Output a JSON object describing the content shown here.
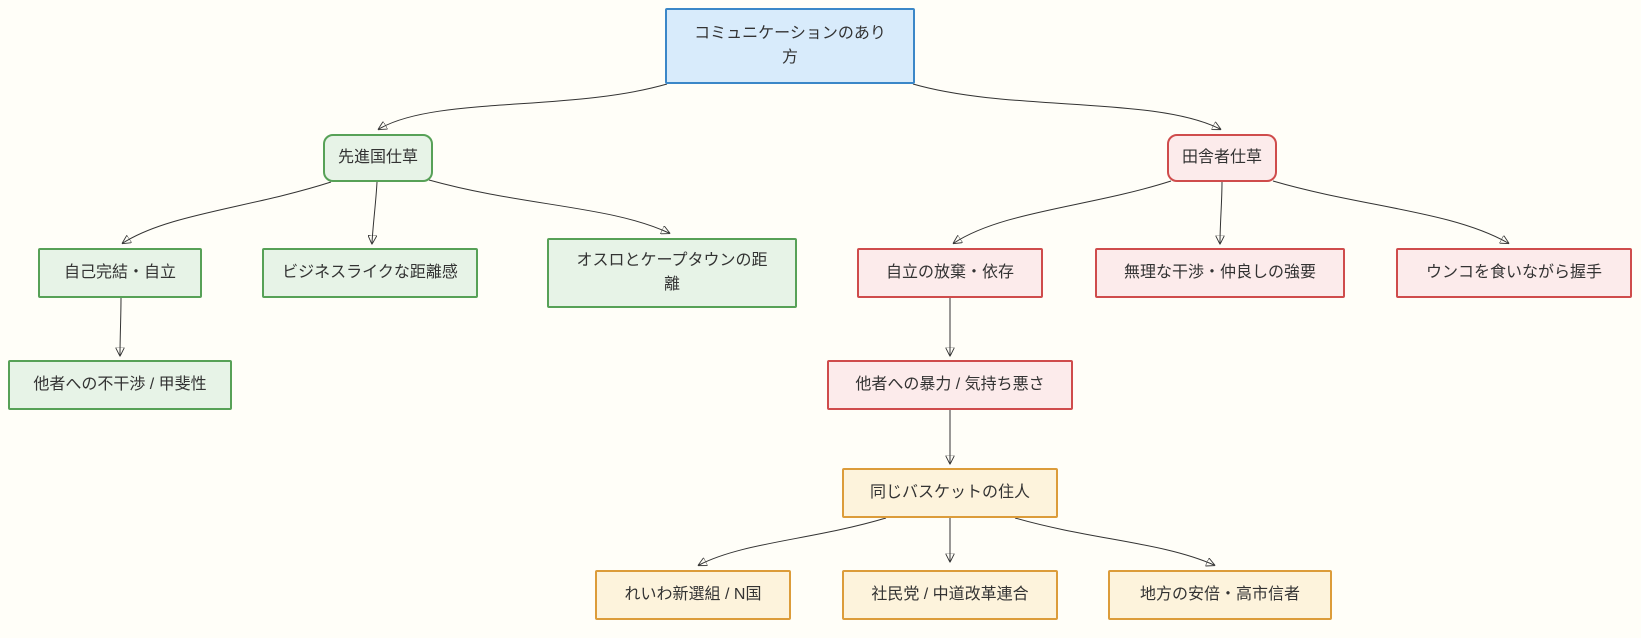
{
  "diagram": {
    "nodes": {
      "root": {
        "label": "コミュニケーションのあり方",
        "type": "blue"
      },
      "advanced": {
        "label": "先進国仕草",
        "type": "green"
      },
      "self_contained": {
        "label": "自己完結・自立",
        "type": "green"
      },
      "business_distance": {
        "label": "ビジネスライクな距離感",
        "type": "green"
      },
      "oslo_capetown": {
        "label": "オスロとケープタウンの距離",
        "type": "green"
      },
      "non_interference": {
        "label": "他者への不干渉 / 甲斐性",
        "type": "green"
      },
      "rural": {
        "label": "田舎者仕草",
        "type": "red"
      },
      "dependence": {
        "label": "自立の放棄・依存",
        "type": "red"
      },
      "forced_interference": {
        "label": "無理な干渉・仲良しの強要",
        "type": "red"
      },
      "poop_handshake": {
        "label": "ウンコを食いながら握手",
        "type": "red"
      },
      "violence": {
        "label": "他者への暴力 / 気持ち悪さ",
        "type": "red"
      },
      "same_basket": {
        "label": "同じバスケットの住人",
        "type": "orange"
      },
      "reiwa_n": {
        "label": "れいわ新選組 / N国",
        "type": "orange"
      },
      "shaminto": {
        "label": "社民党 / 中道改革連合",
        "type": "orange"
      },
      "local_abe": {
        "label": "地方の安倍・高市信者",
        "type": "orange"
      }
    },
    "edges": [
      {
        "from": "root",
        "to": "advanced"
      },
      {
        "from": "root",
        "to": "rural"
      },
      {
        "from": "advanced",
        "to": "self_contained"
      },
      {
        "from": "advanced",
        "to": "business_distance"
      },
      {
        "from": "advanced",
        "to": "oslo_capetown"
      },
      {
        "from": "self_contained",
        "to": "non_interference"
      },
      {
        "from": "rural",
        "to": "dependence"
      },
      {
        "from": "rural",
        "to": "forced_interference"
      },
      {
        "from": "rural",
        "to": "poop_handshake"
      },
      {
        "from": "dependence",
        "to": "violence"
      },
      {
        "from": "violence",
        "to": "same_basket"
      },
      {
        "from": "same_basket",
        "to": "reiwa_n"
      },
      {
        "from": "same_basket",
        "to": "shaminto"
      },
      {
        "from": "same_basket",
        "to": "local_abe"
      }
    ],
    "colors": {
      "blue": {
        "fill": "#d8ebfb",
        "stroke": "#3b87c8"
      },
      "green": {
        "fill": "#e7f3e7",
        "stroke": "#57a157"
      },
      "red": {
        "fill": "#fcebeb",
        "stroke": "#cf4c4c"
      },
      "orange": {
        "fill": "#fdf3dc",
        "stroke": "#dc9c3a"
      },
      "edge": "#333333",
      "text": "#333333",
      "background": "#fffef8"
    }
  }
}
